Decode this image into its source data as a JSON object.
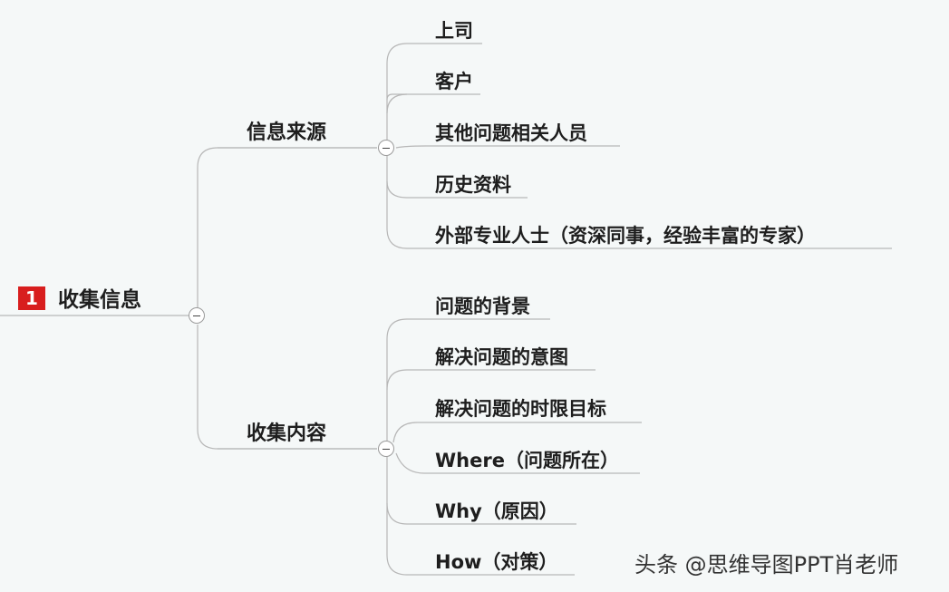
{
  "root": {
    "badge": "1",
    "label": "收集信息"
  },
  "branches": [
    {
      "label": "信息来源",
      "children": [
        "上司",
        "客户",
        "其他问题相关人员",
        "历史资料",
        "外部专业人士（资深同事，经验丰富的专家）"
      ]
    },
    {
      "label": "收集内容",
      "children": [
        "问题的背景",
        "解决问题的意图",
        "解决问题的时限目标",
        "Where（问题所在）",
        "Why（原因）",
        "How（对策）"
      ]
    }
  ],
  "watermark": "头条 @思维导图PPT肖老师",
  "colors": {
    "line": "#b7b7b7",
    "badge": "#d81e1e",
    "background": "#f5f8f8"
  }
}
